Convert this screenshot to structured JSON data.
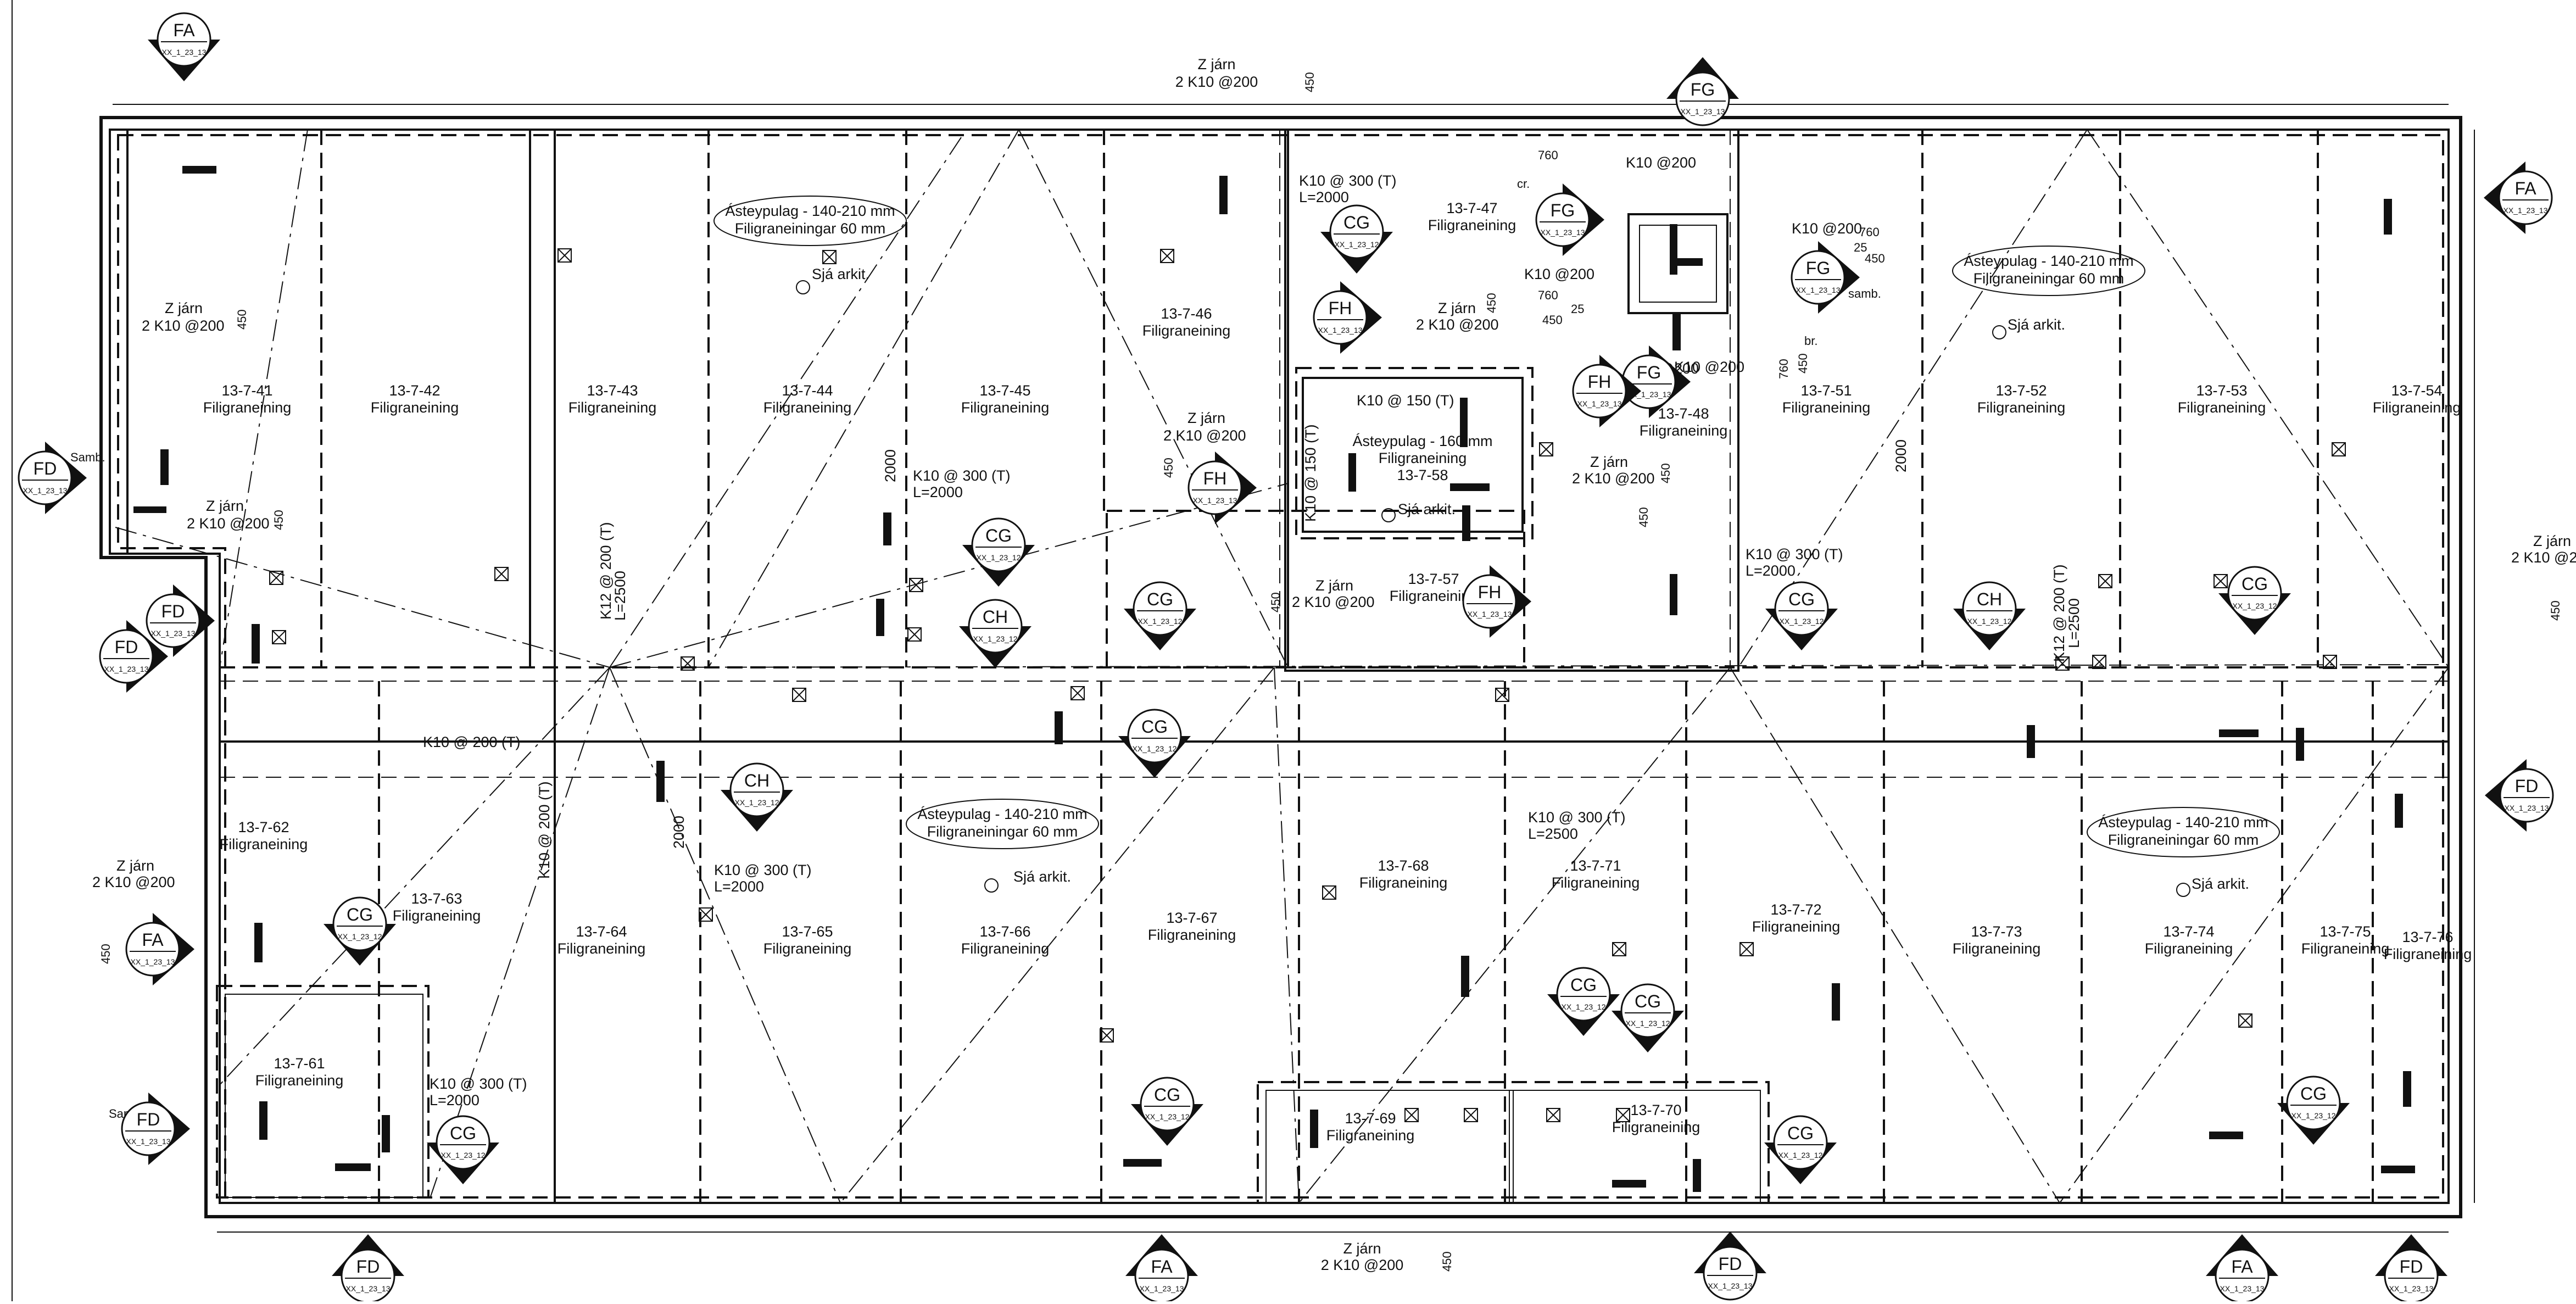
{
  "drawing": {
    "panel_word": "Filigraneining",
    "arkit": "Sjá arkit.",
    "pours": [
      {
        "line1": "Ásteypulag - 140-210 mm",
        "line2": "Filigraneiningar 60 mm"
      },
      {
        "line1": "Ásteypulag - 140-210 mm",
        "line2": "Filigraneiningar 60 mm"
      },
      {
        "line1": "Ásteypulag - 140-210 mm",
        "line2": "Filigraneiningar 60 mm"
      },
      {
        "line1": "Ásteypulag - 140-210 mm",
        "line2": "Filigraneiningar 60 mm"
      }
    ],
    "inner_pour": {
      "line1": "Ásteypulag - 160 mm",
      "line2": "Filigraneining",
      "id": "13-7-58"
    },
    "panels": [
      "13-7-41",
      "13-7-42",
      "13-7-43",
      "13-7-44",
      "13-7-45",
      "13-7-46",
      "13-7-47",
      "13-7-48",
      "13-7-51",
      "13-7-52",
      "13-7-53",
      "13-7-54",
      "13-7-57",
      "13-7-61",
      "13-7-62",
      "13-7-63",
      "13-7-64",
      "13-7-65",
      "13-7-66",
      "13-7-67",
      "13-7-68",
      "13-7-69",
      "13-7-70",
      "13-7-71",
      "13-7-72",
      "13-7-73",
      "13-7-74",
      "13-7-75",
      "13-7-76"
    ],
    "rebar": [
      {
        "t1": "Z járn",
        "t2": "2 K10 @200"
      },
      {
        "t1": "Z járn",
        "t2": "2 K10 @200"
      },
      {
        "t1": "Z járn",
        "t2": "2 K10 @200"
      },
      {
        "t1": "Z járn",
        "t2": "2 K10 @200"
      },
      {
        "t1": "Z járn",
        "t2": "2 K10 @200"
      },
      {
        "t1": "Z járn",
        "t2": "2 K10 @200"
      },
      {
        "t1": "Z járn",
        "t2": "2 K10 @200"
      },
      {
        "t1": "Z járn",
        "t2": "2 K10 @200"
      },
      {
        "t1": "Z járn",
        "t2": "2 K10 @200"
      },
      {
        "t1": "Z járn",
        "t2": "2 K10 @2"
      }
    ],
    "bars": [
      {
        "t1": "K10 @ 300 (T)",
        "t2": "L=2000"
      },
      {
        "t1": "K10 @ 300 (T)",
        "t2": "L=2000"
      },
      {
        "t1": "K10 @ 300 (T)",
        "t2": "L=2000"
      },
      {
        "t1": "K10 @ 300 (T)",
        "t2": "L=2500"
      },
      {
        "t1": "K10 @ 300 (T)",
        "t2": "L=2000"
      },
      {
        "t1": "K10 @ 300 (T)",
        "t2": "L=2000"
      }
    ],
    "misc": {
      "k10_150": "K10 @ 150 (T)",
      "k10_200": "K10 @ 200 (T)",
      "k10at200": "K10 @200",
      "k10at200b": "K10 @200",
      "k10at200c": "K10 @200",
      "k10at200d": "K10 @200",
      "k10at200e": "K10 @200",
      "k10_200_vert": "K10 @ 200 (T)",
      "k12_a": "K12 @ 200 (T)",
      "k12_a2": "L=2500",
      "k12_b": "K12 @ 200 (T)",
      "k12_b2": "L=2500",
      "k10_150_vert": "K10 @ 150 (T)",
      "samb": "Samb.",
      "samb2": "samb.",
      "d450": "450",
      "d760": "760",
      "d2000": "2000",
      "d25": "25",
      "br": "br.",
      "cr": "cr."
    },
    "sections": {
      "fa_top": {
        "letter": "FA",
        "ref": "XX_1_23_13"
      },
      "fa_right": {
        "letter": "FA",
        "ref": "XX_1_23_13"
      },
      "fa_left": {
        "letter": "FA",
        "ref": "XX_1_23_13"
      },
      "fa_bottom1": {
        "letter": "FA",
        "ref": "XX_1_23_13"
      },
      "fa_bottom2": {
        "letter": "FA",
        "ref": "XX_1_23_13"
      },
      "fd_left": {
        "letter": "FD",
        "ref": "XX_1_23_13"
      },
      "fd_a": {
        "letter": "FD",
        "ref": "XX_1_23_13"
      },
      "fd_b": {
        "letter": "FD",
        "ref": "XX_1_23_13"
      },
      "fd_c": {
        "letter": "FD",
        "ref": "XX_1_23_13"
      },
      "fd_right": {
        "letter": "FD",
        "ref": "XX_1_23_13"
      },
      "fd_bottom1": {
        "letter": "FD",
        "ref": "XX_1_23_13"
      },
      "fd_bottom2": {
        "letter": "FD",
        "ref": "XX_1_23_13"
      },
      "fd_bottom3": {
        "letter": "FD",
        "ref": "XX_1_23_13"
      },
      "fg_top": {
        "letter": "FG",
        "ref": "XX_1_23_13"
      },
      "fg_a": {
        "letter": "FG",
        "ref": "XX_1_23_13"
      },
      "fg_b": {
        "letter": "FG",
        "ref": "XX_1_23_13"
      },
      "fg_c": {
        "letter": "FG",
        "ref": "XX_1_23_13"
      },
      "fh_a": {
        "letter": "FH",
        "ref": "XX_1_23_13"
      },
      "fh_b": {
        "letter": "FH",
        "ref": "XX_1_23_13"
      },
      "fh_c": {
        "letter": "FH",
        "ref": "XX_1_23_13"
      },
      "fh_d": {
        "letter": "FH",
        "ref": "XX_1_23_13"
      },
      "cg": {
        "letter": "CG",
        "ref": "XX_1_23_12"
      },
      "ch": {
        "letter": "CH",
        "ref": "XX_1_23_12"
      }
    }
  }
}
